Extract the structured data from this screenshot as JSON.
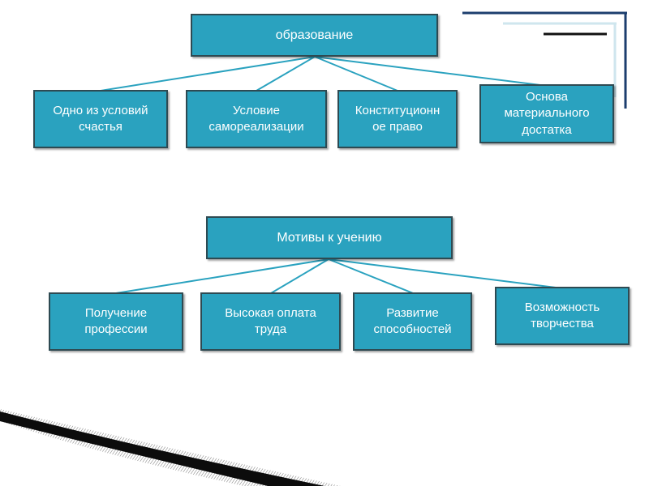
{
  "diagram1": {
    "root": "образование",
    "children": [
      "Одно из условий\nсчастья",
      "Условие\nсамореализации",
      "Конституционн\nое право",
      "Основа\nматериального\nдостатка"
    ]
  },
  "diagram2": {
    "root": "Мотивы к учению",
    "children": [
      "Получение\nпрофессии",
      "Высокая оплата\nтруда",
      "Развитие\nспособностей",
      "Возможность\nтворчества"
    ]
  },
  "colors": {
    "box_fill": "#2aa2bf",
    "box_border": "#2e4a52",
    "connector": "#2aa2bf",
    "text": "#ffffff"
  }
}
